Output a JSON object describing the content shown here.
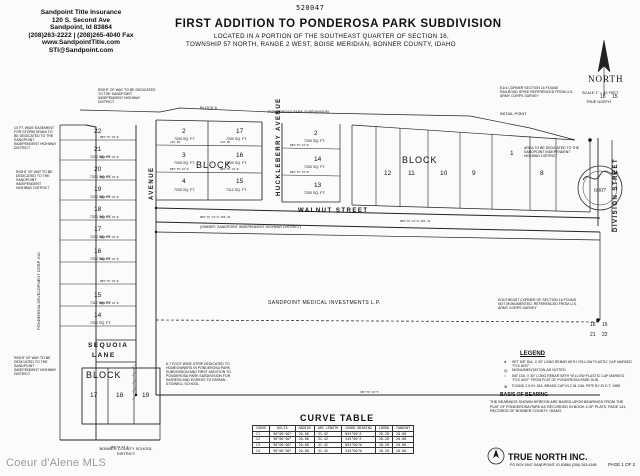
{
  "company": {
    "name": "Sandpoint Title Insurance",
    "address": "120 S. Second Ave",
    "city": "Sandpoint, Id 83864",
    "phone": "(208)263-2222 | (208)265-4040 Fax",
    "website": "www.SandpointTitle.com",
    "email": "STI@Sandpoint.com"
  },
  "doc_number": "520047",
  "title": "FIRST ADDITION TO PONDEROSA PARK SUBDIVISION",
  "subtitle_1": "LOCATED IN A PORTION OF THE SOUTHEAST QUARTER OF SECTION 16,",
  "subtitle_2": "TOWNSHIP 57 NORTH, RANGE 2 WEST, BOISE MERIDIAN, BONNER COUNTY, IDAHO",
  "north": {
    "label": "NORTH",
    "scale": "SCALE 1\" = 40 FEET",
    "true_north": "TRUE NORTH"
  },
  "streets": {
    "walnut": "WALNUT   STREET",
    "avenue_left": "AVENUE",
    "huckleberry": "HUCKLEBERRY AVENUE",
    "division": "DIVISION  STREET",
    "sequoia": "SEQUOIA",
    "lane": "LANE",
    "other": "HIGHWAY DISTRICT"
  },
  "blocks": {
    "block_6": "BLOCK 6",
    "block_left": "BLOCK",
    "block_right": "BLOCK",
    "block_bottom": "BLOCK"
  },
  "parcels": {
    "ponderosa_park": "PONDEROSA PARK SUBDIVISION",
    "medical": "SANDPOINT MEDICAL INVESTMENTS L.P.",
    "former_district": "(OWNER: SANDPOINT INDEPENDENT HIGHWAY DISTRICT)",
    "development_corp": "PONDEROSA DEVELOPMENT CORP. INC.",
    "school": "BONNER COUNTY SCHOOL DISTRICT"
  },
  "notes": {
    "row_left": "RIGHT OF WAY TO BE DEDICATED TO THE SANDPOINT INDEPENDENT HIGHWAY DISTRICT",
    "easement": "10 FT. WIDE EASEMENT FOR STORM DRAIN TO BE DEDICATED TO THE SANDPOINT INDEPENDENT HIGHWAY DISTRICT",
    "row_mid": "RIGHT OF WAY TO BE DEDICATED TO THE SANDPOINT INDEPENDENT HIGHWAY DISTRICT",
    "row_bottom": "RIGHT OF WAY TO BE DEDICATED TO THE SANDPOINT INDEPENDENT HIGHWAY DISTRICT",
    "area_right": "AREA TO BE DEDICATED TO THE SANDPOINT INDEPENDENT HIGHWAY DISTRICT",
    "strip": "A 7 FOOT WIDE STRIP DEDICATED TO HOMEOWNERS IN PONDEROSA PARK SUBDIVISION AND FIRST ADDITION TO PONDEROSA PARK SUBDIVISION FOR INGRESS AND EGRESS TO FARMIN - STIDWELL SCHOOL",
    "corner_top": "E1/4 CORNER SECTION 16 FOUND RAILROAD SPIKE REFERENCED FROM U.S. ARMY CORPS SURVEY",
    "initial_point": "INITIAL POINT",
    "corner_bottom": "SOUTHEAST CORNER OF SECTION 16 FOUND NOT MONUMENTED. REFERENCED FROM U.S. ARMY CORPS SURVEY"
  },
  "section_numbers": {
    "top_a": "16",
    "top_b": "15",
    "bot_a": "16",
    "bot_b": "15",
    "bot_c": "21",
    "bot_d": "22"
  },
  "lots": [
    {
      "num": "22",
      "area": ""
    },
    {
      "num": "21",
      "area": "7200 SQ. FT."
    },
    {
      "num": "20",
      "area": "7200 SQ. FT."
    },
    {
      "num": "19",
      "area": "7200 SQ. FT."
    },
    {
      "num": "18",
      "area": "7200 SQ. FT."
    },
    {
      "num": "17",
      "area": "7200 SQ. FT."
    },
    {
      "num": "16",
      "area": "7200 SQ. FT."
    },
    {
      "num": "15",
      "area": "7112 SQ. FT."
    },
    {
      "num": "14",
      "area": "7200 SQ. FT."
    }
  ],
  "block6_lots": [
    {
      "num": "2",
      "area": "7200 SQ. FT."
    },
    {
      "num": "3",
      "area": "7200 SQ. FT."
    },
    {
      "num": "4",
      "area": "7200 SQ. FT."
    },
    {
      "num": "17",
      "area": "7200 SQ. FT."
    },
    {
      "num": "16",
      "area": "7200 SQ. FT."
    },
    {
      "num": "15",
      "area": "7112 SQ. FT."
    }
  ],
  "huck_lots": [
    {
      "num": "2",
      "area": "7200 SQ. FT."
    },
    {
      "num": "14",
      "area": "7200 SQ. FT."
    },
    {
      "num": "13",
      "area": "7200 SQ. FT."
    }
  ],
  "right_lots": [
    "12",
    "11",
    "10",
    "9",
    "8",
    "1"
  ],
  "bottom_lots": [
    "17",
    "18",
    "19"
  ],
  "legend": {
    "title": "LEGEND",
    "items": [
      "SET 5/8\" DIA. X 30\" LONG REBAR WITH YELLOW PLASTIC CAP MARKED \"PLS 6007\"",
      "MONUMENTATION AS NOTED",
      "5/8\" DIA. X 30\" LONG REBAR WITH YELLOW PLASTIC CAP MARKED \"PLS 6007\" FROM PLAT OF PONDEROSA PARK SUB.",
      "FOUND 2.5 IN. DIA. BRASS CAP IN 2 IN. DIA. PIPE BY ID.D.T. 1988"
    ]
  },
  "basis": {
    "title": "BASIS OF BEARING",
    "text": "THE BEARINGS SHOWN HEREON ARE BASED UPON BEARINGS FROM THE PLAT OF PONDEROSA PARK AS RECORDED IN BOOK 4 OF PLATS, PAGE 141, RECORDS OF BONNER COUNTY, IDAHO."
  },
  "curve_table": {
    "title": "CURVE TABLE",
    "headers": [
      "CURVE",
      "DELTA",
      "RADIUS",
      "ARC LENGTH",
      "CHORD BEARING",
      "CHORD",
      "TANGENT"
    ],
    "rows": [
      [
        "C1",
        "90°00'00\"",
        "20.00",
        "31.42",
        "N45°00'E",
        "28.28",
        "20.00"
      ],
      [
        "C2",
        "90°00'00\"",
        "20.00",
        "31.42",
        "S45°00'E",
        "28.28",
        "20.00"
      ],
      [
        "C3",
        "90°00'00\"",
        "20.00",
        "31.42",
        "N45°00'W",
        "28.28",
        "20.00"
      ],
      [
        "C4",
        "90°00'00\"",
        "20.00",
        "31.42",
        "S45°00'W",
        "28.28",
        "20.00"
      ]
    ]
  },
  "surveyor": {
    "name": "TRUE NORTH INC.",
    "address": "PO BOX 0947 SANDPOINT, ID 83864 (208) 263-4168"
  },
  "page": "PAGE 1 OF 2",
  "watermark": "Coeur d'Alene MLS"
}
